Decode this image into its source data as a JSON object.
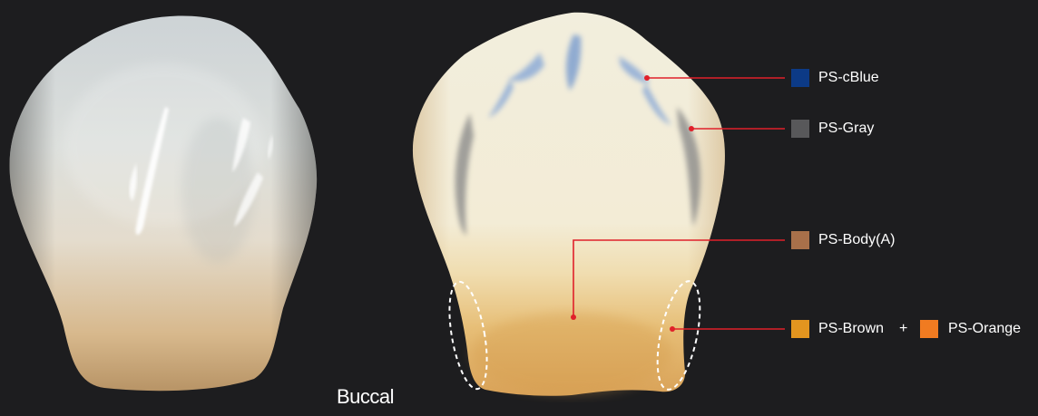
{
  "caption": "Buccal",
  "legend": [
    {
      "label": "PS-cBlue",
      "color": "#0c3a86",
      "icon": "color-swatch-icon"
    },
    {
      "label": "PS-Gray",
      "color": "#58585a",
      "icon": "color-swatch-icon"
    },
    {
      "label": "PS-Body(A)",
      "color": "#a8704a",
      "icon": "color-swatch-icon"
    },
    {
      "label": "PS-Brown",
      "color": "#e3951f",
      "icon": "color-swatch-icon"
    },
    {
      "label": "PS-Orange",
      "color": "#f07b21",
      "icon": "color-swatch-icon"
    }
  ],
  "plus_sign": "+",
  "colors": {
    "background": "#1d1d1f",
    "leader_line": "#e0202a",
    "annotation_ellipse": "#ffffff"
  }
}
